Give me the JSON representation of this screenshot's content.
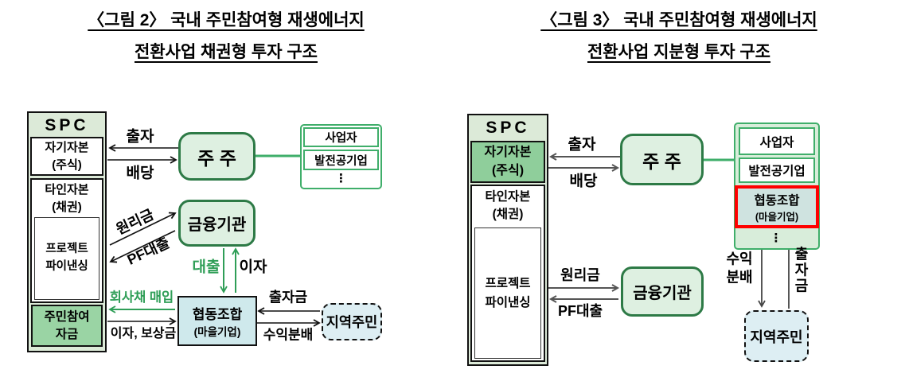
{
  "colors": {
    "spc_bg": "#dcead8",
    "node_fill": "#def0e1",
    "node_border_dark_green": "#2d7a46",
    "bright_green_border": "#3fae6a",
    "mid_green_fill": "#93cd9c",
    "green_text": "#2f9e57",
    "coop_cyan": "#cfe9ec",
    "resident_blue": "#ddeef3",
    "highlight_red": "#ff0000",
    "gray_arrow": "#555555",
    "black": "#000000"
  },
  "fig2": {
    "title": "〈그림 2〉 국내 주민참여형 재생에너지\n전환사업 채권형 투자 구조",
    "spc": {
      "title": "SPC",
      "equity": "자기자본\n(주식)",
      "debt": "타인자본\n(채권)",
      "project_financing": "프로젝트\n파이낸싱",
      "resident_fund": "주민참여\n자금"
    },
    "shareholder": "주 주",
    "financial_institution": "금융기관",
    "operator_group": {
      "operator": "사업자",
      "public_genco": "발전공기업",
      "dots": "⋮"
    },
    "cooperative": {
      "name": "협동조합",
      "sub": "(마을기업)"
    },
    "local_residents": "지역주민",
    "arrows": {
      "equity_investment": "출자",
      "dividend": "배당",
      "principal_interest": "원리금",
      "pf_loan": "PF대출",
      "loan": "대출",
      "interest": "이자",
      "corporate_bond_purchase": "회사채 매입",
      "interest_compensation": "이자, 보상금",
      "contribution": "출자금",
      "profit_distribution": "수익분배"
    }
  },
  "fig3": {
    "title": "〈그림 3〉 국내 주민참여형 재생에너지\n전환사업 지분형 투자 구조",
    "spc": {
      "title": "SPC",
      "equity": "자기자본\n(주식)",
      "debt": "타인자본\n(채권)",
      "project_financing": "프로젝트\n파이낸싱"
    },
    "shareholder": "주 주",
    "financial_institution": "금융기관",
    "operator_group": {
      "operator": "사업자",
      "public_genco": "발전공기업",
      "dots": "⋮"
    },
    "cooperative": {
      "name": "협동조합",
      "sub": "(마을기업)"
    },
    "local_residents": "지역주민",
    "arrows": {
      "equity_investment": "출자",
      "dividend": "배당",
      "principal_interest": "원리금",
      "pf_loan": "PF대출",
      "profit_distribution": "수익\n분배",
      "contribution": "출\n자\n금"
    }
  }
}
